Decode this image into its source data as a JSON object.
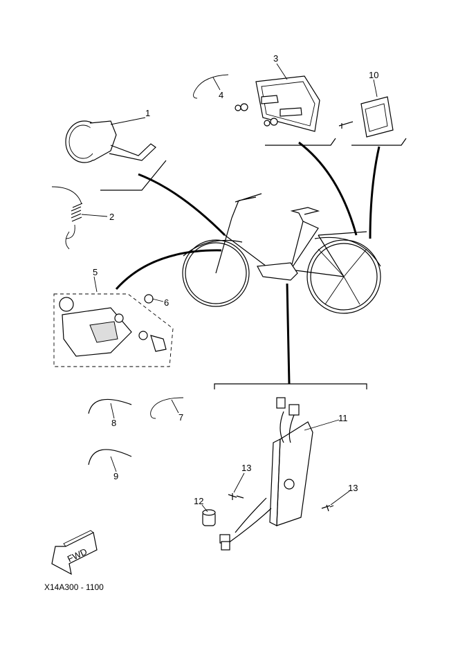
{
  "diagram": {
    "callouts": [
      "1",
      "2",
      "3",
      "4",
      "5",
      "6",
      "7",
      "8",
      "9",
      "10",
      "11",
      "12",
      "13",
      "13"
    ],
    "fwd_label": "FWD",
    "drawing_code": "X14A300 - 1100"
  }
}
